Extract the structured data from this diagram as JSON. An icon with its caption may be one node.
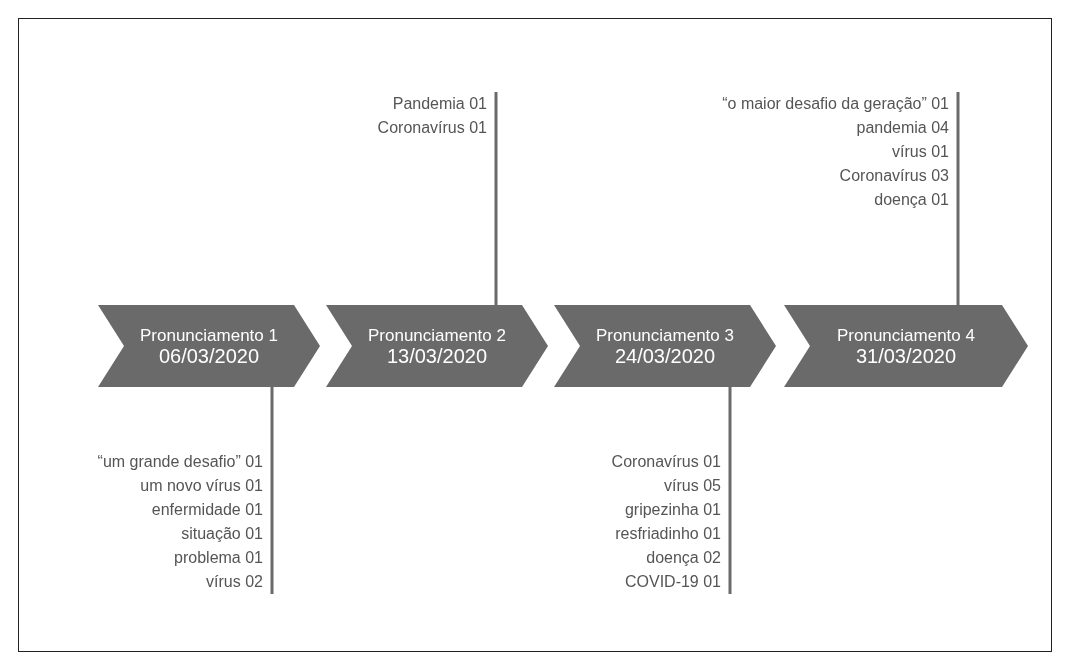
{
  "diagram": {
    "nodes": [
      {
        "text": [
          "Pronunciamento 1",
          "06/03/2020"
        ]
      },
      {
        "text": [
          "Pronunciamento 2",
          "13/03/2020"
        ]
      },
      {
        "text": [
          "Pronunciamento 3",
          "24/03/2020"
        ]
      },
      {
        "text": [
          "Pronunciamento 4",
          "31/03/2020"
        ]
      },
      {
        "text": [
          "Pandemia 01",
          "Coronavírus 01"
        ]
      },
      {
        "text": [
          "“o maior desafio da geração” 01",
          "pandemia 04",
          "vírus 01",
          "Coronavírus 03",
          "doença 01"
        ]
      },
      {
        "text": [
          "“um grande desafio” 01",
          "um novo vírus 01",
          "enfermidade 01",
          "situação 01",
          "problema 01",
          "vírus 02"
        ]
      },
      {
        "text": [
          "Coronavírus 01",
          "vírus 05",
          "gripezinha 01",
          "resfriadinho 01",
          "doença 02",
          "COVID-19 01"
        ]
      }
    ],
    "edges": [
      {
        "from": 1,
        "to": 4,
        "arrow": "none"
      },
      {
        "from": 3,
        "to": 5,
        "arrow": "none"
      },
      {
        "from": 0,
        "to": 6,
        "arrow": "none"
      },
      {
        "from": 2,
        "to": 7,
        "arrow": "none"
      }
    ]
  }
}
